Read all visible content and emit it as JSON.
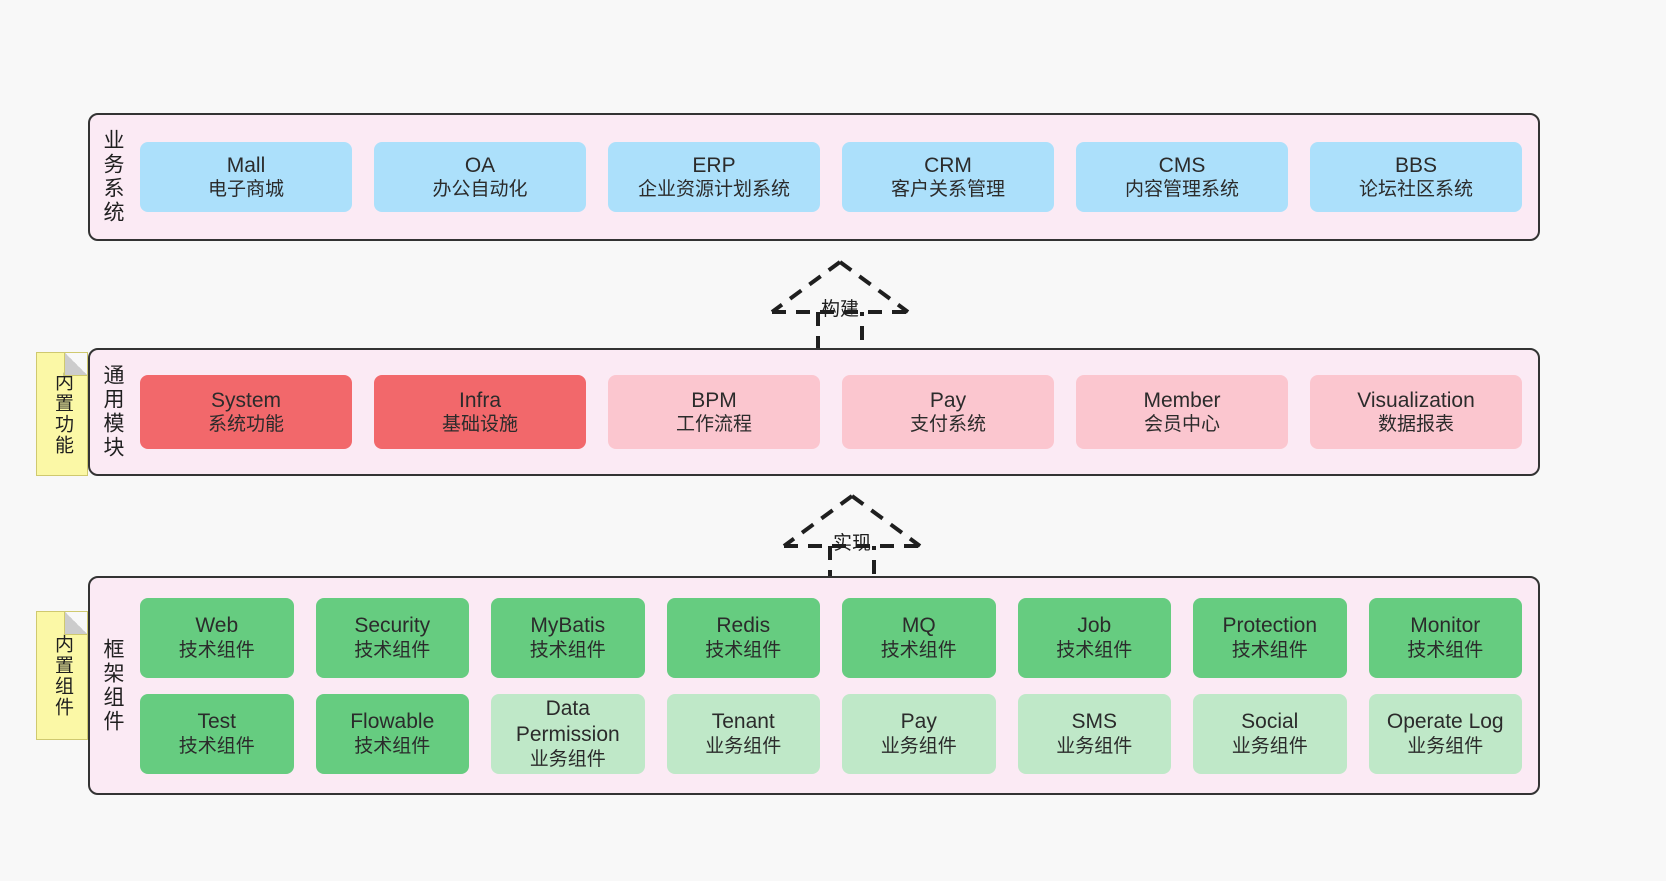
{
  "diagram": {
    "background_color": "#f8f8f8",
    "layer_fill": "#fbeaf4",
    "layer_border": "#333333",
    "sticky_color": "#fbf8a6",
    "colors": {
      "blue": "#ace0fb",
      "red": "#f2686b",
      "pink": "#fbc6cf",
      "green": "#66cc80",
      "green_light": "#bfe8c8"
    }
  },
  "layers": [
    {
      "id": "business",
      "title": "业务系统",
      "rows": [
        {
          "cards": [
            {
              "title": "Mall",
              "subtitle": "电子商城",
              "color": "blue"
            },
            {
              "title": "OA",
              "subtitle": "办公自动化",
              "color": "blue"
            },
            {
              "title": "ERP",
              "subtitle": "企业资源计划系统",
              "color": "blue"
            },
            {
              "title": "CRM",
              "subtitle": "客户关系管理",
              "color": "blue"
            },
            {
              "title": "CMS",
              "subtitle": "内容管理系统",
              "color": "blue"
            },
            {
              "title": "BBS",
              "subtitle": "论坛社区系统",
              "color": "blue"
            }
          ]
        }
      ]
    },
    {
      "id": "common",
      "title": "通用模块",
      "sticky": "内置功能",
      "rows": [
        {
          "cards": [
            {
              "title": "System",
              "subtitle": "系统功能",
              "color": "red"
            },
            {
              "title": "Infra",
              "subtitle": "基础设施",
              "color": "red"
            },
            {
              "title": "BPM",
              "subtitle": "工作流程",
              "color": "pink"
            },
            {
              "title": "Pay",
              "subtitle": "支付系统",
              "color": "pink"
            },
            {
              "title": "Member",
              "subtitle": "会员中心",
              "color": "pink"
            },
            {
              "title": "Visualization",
              "subtitle": "数据报表",
              "color": "pink"
            }
          ]
        }
      ]
    },
    {
      "id": "framework",
      "title": "框架组件",
      "sticky": "内置组件",
      "rows": [
        {
          "cards": [
            {
              "title": "Web",
              "subtitle": "技术组件",
              "color": "green"
            },
            {
              "title": "Security",
              "subtitle": "技术组件",
              "color": "green"
            },
            {
              "title": "MyBatis",
              "subtitle": "技术组件",
              "color": "green"
            },
            {
              "title": "Redis",
              "subtitle": "技术组件",
              "color": "green"
            },
            {
              "title": "MQ",
              "subtitle": "技术组件",
              "color": "green"
            },
            {
              "title": "Job",
              "subtitle": "技术组件",
              "color": "green"
            },
            {
              "title": "Protection",
              "subtitle": "技术组件",
              "color": "green"
            },
            {
              "title": "Monitor",
              "subtitle": "技术组件",
              "color": "green"
            }
          ]
        },
        {
          "cards": [
            {
              "title": "Test",
              "subtitle": "技术组件",
              "color": "green"
            },
            {
              "title": "Flowable",
              "subtitle": "技术组件",
              "color": "green"
            },
            {
              "title": "Data Permission",
              "subtitle": "业务组件",
              "color": "green_light"
            },
            {
              "title": "Tenant",
              "subtitle": "业务组件",
              "color": "green_light"
            },
            {
              "title": "Pay",
              "subtitle": "业务组件",
              "color": "green_light"
            },
            {
              "title": "SMS",
              "subtitle": "业务组件",
              "color": "green_light"
            },
            {
              "title": "Social",
              "subtitle": "业务组件",
              "color": "green_light"
            },
            {
              "title": "Operate Log",
              "subtitle": "业务组件",
              "color": "green_light"
            }
          ]
        }
      ]
    }
  ],
  "connectors": [
    {
      "id": "build",
      "label": "构建",
      "direction": "up",
      "style": "dashed-generalization"
    },
    {
      "id": "implement",
      "label": "实现",
      "direction": "up",
      "style": "dashed-generalization"
    }
  ]
}
